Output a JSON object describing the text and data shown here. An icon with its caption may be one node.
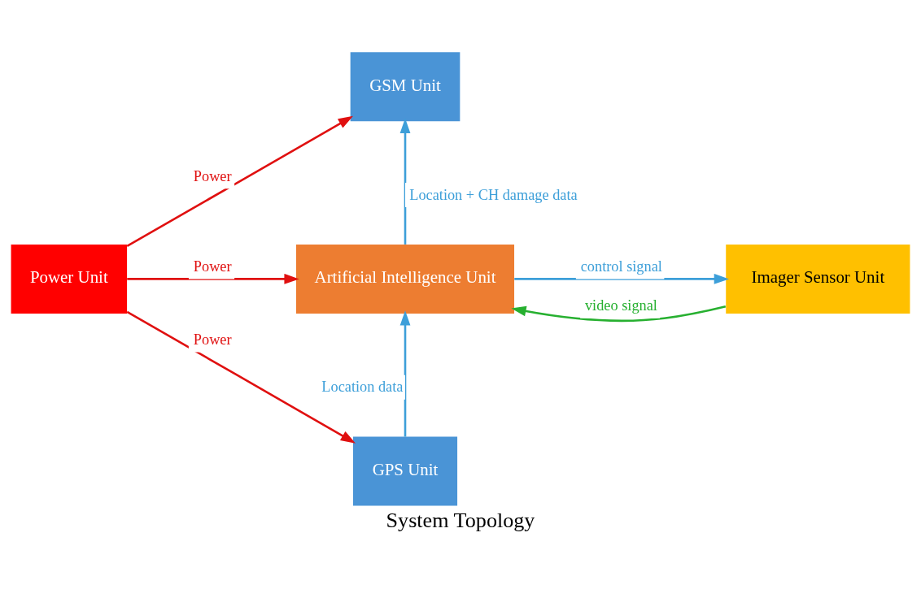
{
  "diagram": {
    "caption": "System Topology",
    "nodes": [
      {
        "text": [
          "Power Unit"
        ]
      },
      {
        "text": [
          "GSM Unit"
        ]
      },
      {
        "text": [
          "Artificial Intelligence Unit"
        ]
      },
      {
        "text": [
          "Imager Sensor Unit"
        ]
      },
      {
        "text": [
          "GPS Unit"
        ]
      }
    ],
    "edges": [
      {
        "from": 0,
        "to": 1,
        "arrow": "to",
        "label": "Power",
        "color": "#e01010"
      },
      {
        "from": 0,
        "to": 2,
        "arrow": "to",
        "label": "Power",
        "color": "#e01010"
      },
      {
        "from": 0,
        "to": 4,
        "arrow": "to",
        "label": "Power",
        "color": "#e01010"
      },
      {
        "from": 2,
        "to": 1,
        "arrow": "to",
        "label": "Location + CH damage data",
        "color": "#3d9fd9"
      },
      {
        "from": 2,
        "to": 3,
        "arrow": "to",
        "label": "control signal",
        "color": "#3d9fd9"
      },
      {
        "from": 3,
        "to": 2,
        "arrow": "to",
        "label": "video signal",
        "color": "#27b030"
      },
      {
        "from": 4,
        "to": 2,
        "arrow": "to",
        "label": "Location data",
        "color": "#3d9fd9"
      }
    ]
  }
}
